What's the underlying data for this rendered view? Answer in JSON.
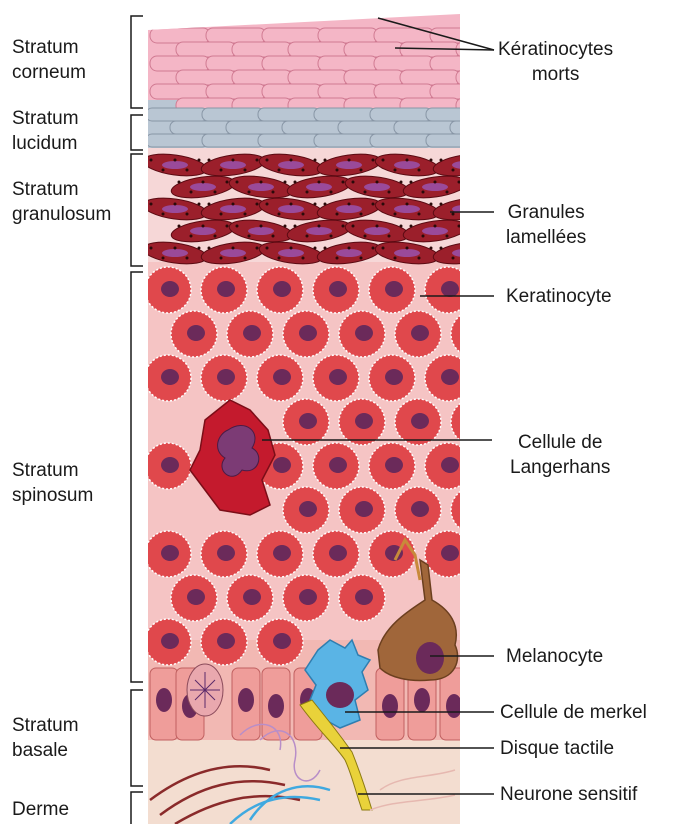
{
  "diagram": {
    "layers": [
      {
        "id": "corneum",
        "label": "Stratum\ncorneum"
      },
      {
        "id": "lucidum",
        "label": "Stratum\nlucidum"
      },
      {
        "id": "granulosum",
        "label": "Stratum\ngranulosum"
      },
      {
        "id": "spinosum",
        "label": "Stratum\nspinosum"
      },
      {
        "id": "basale",
        "label": "Stratum\nbasale"
      },
      {
        "id": "derme",
        "label": "Derme"
      }
    ],
    "callouts": [
      {
        "id": "keratinocytes-morts",
        "label": "Kératinocytes\nmorts"
      },
      {
        "id": "granules-lamellees",
        "label": "Granules\nlamellées"
      },
      {
        "id": "keratinocyte",
        "label": "Keratinocyte"
      },
      {
        "id": "cellule-langerhans",
        "label": "Cellule de\nLangerhans"
      },
      {
        "id": "melanocyte",
        "label": "Melanocyte"
      },
      {
        "id": "cellule-merkel",
        "label": "Cellule de merkel"
      },
      {
        "id": "disque-tactile",
        "label": "Disque tactile"
      },
      {
        "id": "neurone-sensitif",
        "label": "Neurone sensitif"
      }
    ],
    "colors": {
      "corneum": "#f4b6c6",
      "lucidum": "#b9c6d3",
      "granulosum": "#9b1f2b",
      "spinosum_cell": "#e0484c",
      "spinosum_bg": "#f0a5a5",
      "nucleus": "#6b2a5a",
      "langerhans": "#c41a2d",
      "melanocyte": "#a0663a",
      "merkel": "#5ab4e5",
      "tactile": "#e9d23a",
      "basale": "#f2b8b3",
      "dermis": "#f3d9cc",
      "line": "#333333"
    }
  }
}
